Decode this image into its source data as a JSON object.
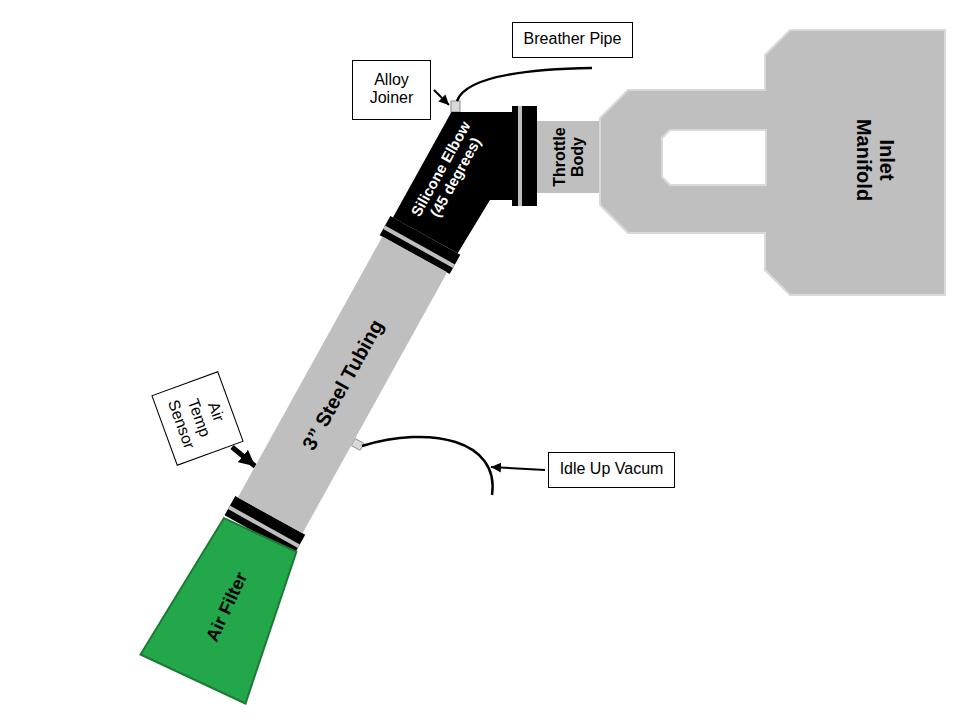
{
  "diagram": {
    "nodes": [
      {
        "text": [
          "Breather Pipe"
        ]
      },
      {
        "text": [
          "Alloy Joiner"
        ]
      },
      {
        "text": [
          "Silicone Elbow (45 degrees)"
        ]
      },
      {
        "text": [
          "Throttle Body"
        ]
      },
      {
        "text": [
          "Inlet Manifold"
        ]
      },
      {
        "text": [
          "3” Steel Tubing"
        ]
      },
      {
        "text": [
          "Air Temp Sensor"
        ]
      },
      {
        "text": [
          "Idle Up Vacum"
        ]
      },
      {
        "text": [
          "Air Filter"
        ]
      }
    ],
    "edges": [
      {
        "from": 6,
        "to": 5,
        "arrow": "to"
      }
    ]
  }
}
